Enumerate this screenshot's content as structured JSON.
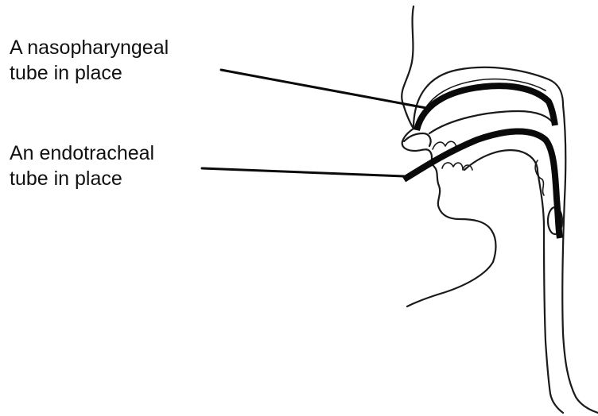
{
  "labels": {
    "nasopharyngeal": {
      "line1": "A nasopharyngeal",
      "line2": "tube in place"
    },
    "endotracheal": {
      "line1": "An endotracheal",
      "line2": "tube in place"
    }
  },
  "colors": {
    "background": "#ffffff",
    "ink": "#111111"
  }
}
